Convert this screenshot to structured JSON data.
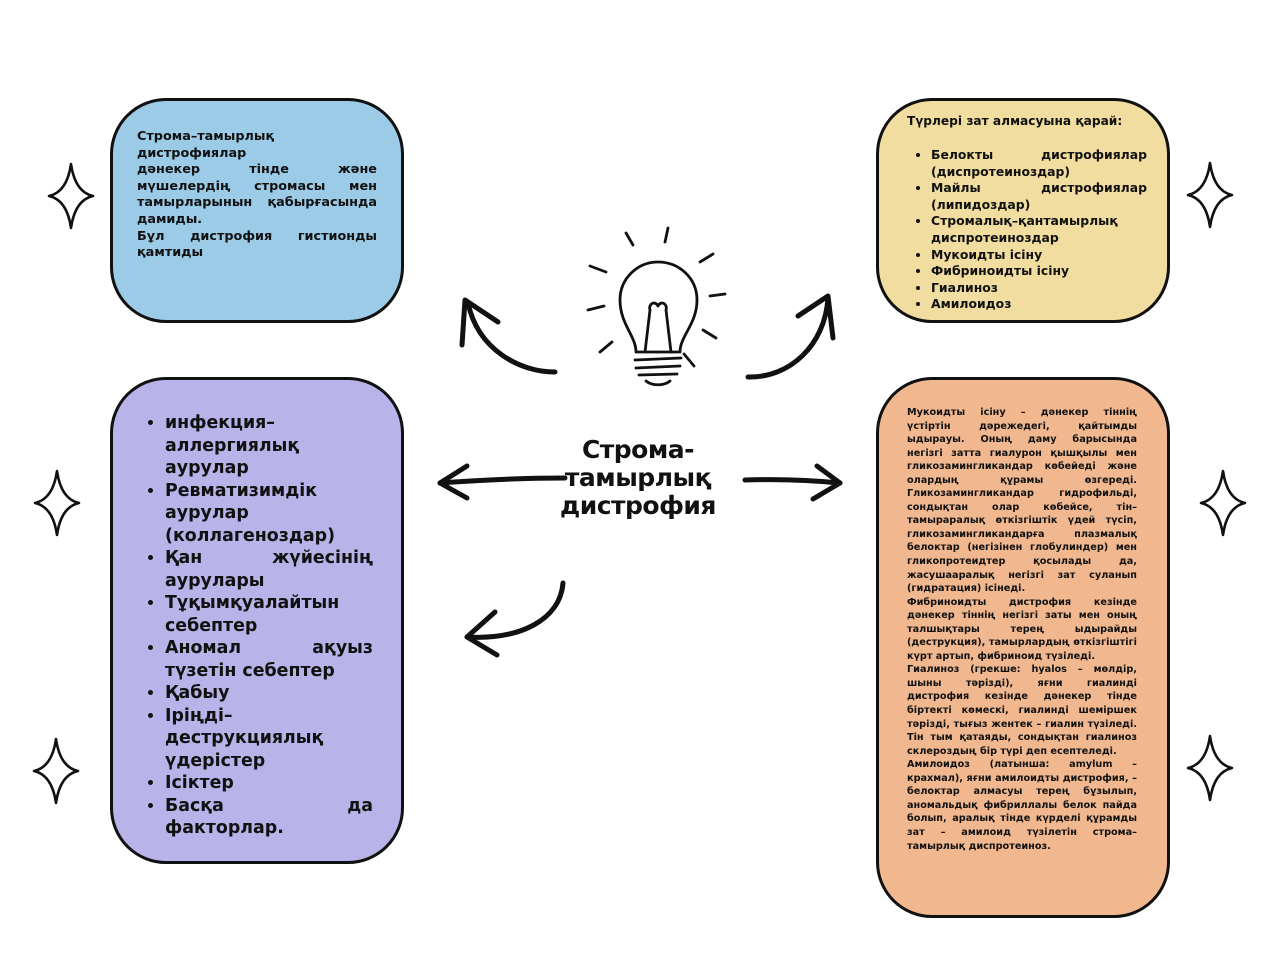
{
  "center": {
    "title_lines": [
      "Строма-",
      "тамырлық",
      "дистрофия"
    ]
  },
  "card_tl": {
    "lines": [
      "Строма–тамырлық дистрофиялар",
      "дәнекер тінде және мүшелердің стромасы мен тамырларынын қабырғасында дамиды.",
      "Бұл дистрофия гистионды қамтиды"
    ]
  },
  "card_tr": {
    "heading": "Түрлері зат алмасуына қарай:",
    "items": [
      "Белокты дистрофиялар (диспротеиноздар)",
      "Майлы дистрофиялар (липидоздар)",
      "Стромалық–қантамырлық диспротеиноздар",
      "Мукоидты ісіну",
      "Фибриноидты ісіну",
      "Гиалиноз",
      "Амилоидоз"
    ]
  },
  "card_bl": {
    "items": [
      "инфекция–аллергиялық аурулар",
      "Ревматизимдік аурулар (коллагеноздар)",
      "Қан жүйесінің аурулары",
      "Тұқымқуалайтын себептер",
      "Аномал ақуыз түзетін себептер",
      "Қабыу",
      "Іріңді–деструкциялық үдерістер",
      "Ісіктер",
      "Басқа да факторлар."
    ]
  },
  "card_br": {
    "paragraphs": [
      "Мукоидты ісіну – дәнекер тіннің үстіртін дәрежедегі, қайтымды ыдырауы. Оның даму барысында негізгі затта гиалурон қышқылы мен гликозамингликандар көбейеді және олардың құрамы өзгереді. Гликозамингликандар гидрофильді, сондықтан олар көбейсе, тін–тамыраралық өткізгіштік үдей түсіп, гликозамингликандарға плазмалық белоктар (негізінен глобулиндер) мен гликопротеидтер қосылады да, жасушааралық негізгі зат суланып (гидратация) ісінеді.",
      "Фибриноидты дистрофия кезінде дәнекер тіннің негізгі заты мен оның талшықтары терең ыдырайды (деструкция), тамырлардың өткізгіштігі күрт артып, фибриноид түзіледі.",
      "Гиалиноз (грекше: hyalos – мөлдір, шыны тәрізді), яғни гиалинді дистрофия кезінде дәнекер тінде біртекті көмескі, гиалинді шеміршек тәрізді, тығыз жентек – гиалин түзіледі. Тін тым қатаяды, сондықтан гиалиноз склероздың бір түрі деп есептеледі.",
      "Амилоидоз (латынша: amylum – крахмал), яғни амилоидты дистрофия, – белоктар алмасуы терең бұзылып, аномальдық фибриллалы белок пайда болып, аралық тінде күрделі құрамды зат – амилоид түзілетін строма–тамырлық диспротеиноз."
    ]
  },
  "icons": {
    "center": "lightbulb-icon",
    "decor": "four-point-star-icon",
    "connectors": "arrow-icon"
  },
  "colors": {
    "card_tl": "#9ccbe8",
    "card_tr": "#f1dd9f",
    "card_bl": "#b8b3e8",
    "card_br": "#f1b890",
    "stroke": "#111111"
  }
}
